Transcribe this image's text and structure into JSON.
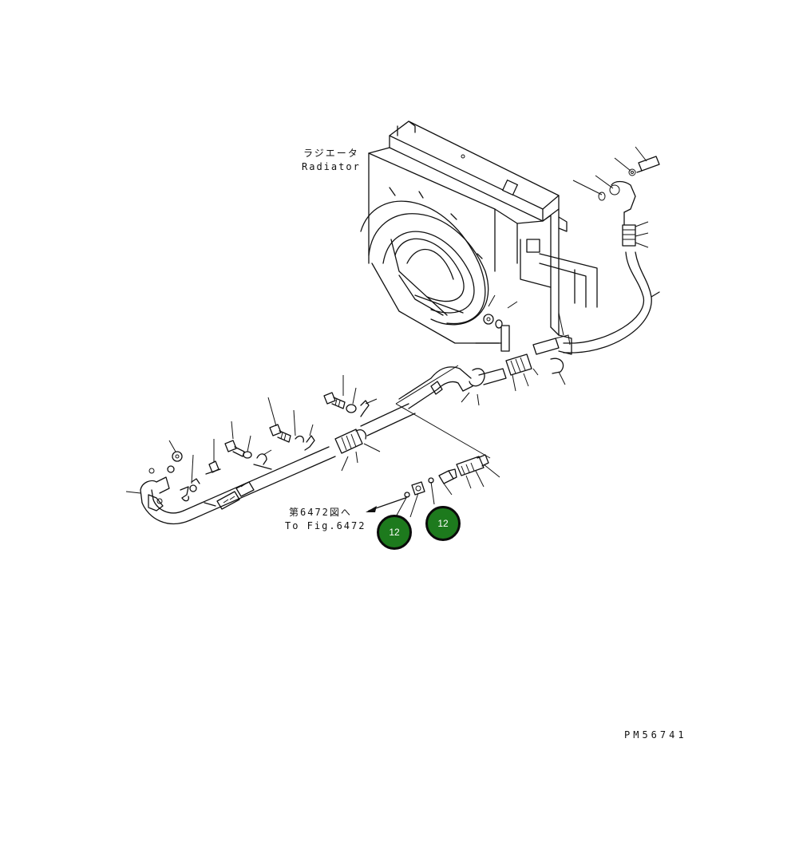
{
  "labels": {
    "radiator_jp": "ラジエータ",
    "radiator_en": "Radiator",
    "ref_jp": "第6472図へ",
    "ref_en": "To Fig.6472",
    "drawing_code": "PM56741"
  },
  "callouts": [
    {
      "number": "12",
      "color": "#1d7a1d"
    },
    {
      "number": "12",
      "color": "#1d7a1d"
    }
  ]
}
